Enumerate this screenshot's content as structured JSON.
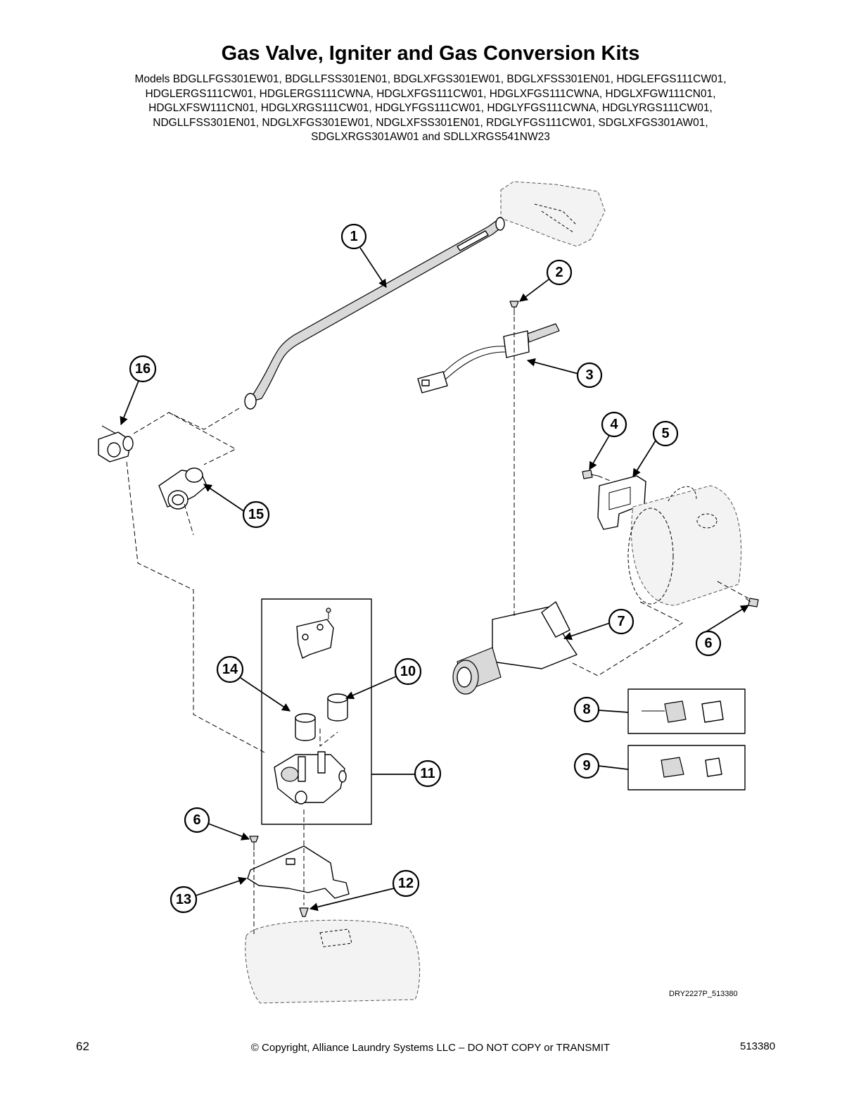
{
  "header": {
    "title": "Gas Valve, Igniter and Gas Conversion Kits",
    "models_lines": [
      "Models BDGLLFGS301EW01, BDGLLFSS301EN01, BDGLXFGS301EW01, BDGLXFSS301EN01, HDGLEFGS111CW01,",
      "HDGLERGS111CW01, HDGLERGS111CWNA, HDGLXFGS111CW01, HDGLXFGS111CWNA, HDGLXFGW111CN01,",
      "HDGLXFSW111CN01, HDGLXRGS111CW01, HDGLYFGS111CW01, HDGLYFGS111CWNA, HDGLYRGS111CW01,",
      "NDGLLFSS301EN01, NDGLXFGS301EW01, NDGLXFSS301EN01, RDGLYFGS111CW01, SDGLXFGS301AW01,",
      "SDGLXRGS301AW01 and SDLLXRGS541NW23"
    ]
  },
  "callouts": {
    "c1": "1",
    "c2": "2",
    "c3": "3",
    "c4": "4",
    "c5": "5",
    "c6a": "6",
    "c6b": "6",
    "c7": "7",
    "c8": "8",
    "c9": "9",
    "c10": "10",
    "c11": "11",
    "c12": "12",
    "c13": "13",
    "c14": "14",
    "c15": "15",
    "c16": "16"
  },
  "drawing_ref": "DRY2227P_513380",
  "footer": {
    "page_number": "62",
    "copyright": "© Copyright, Alliance Laundry Systems LLC – DO NOT COPY or TRANSMIT",
    "document_number": "513380"
  }
}
